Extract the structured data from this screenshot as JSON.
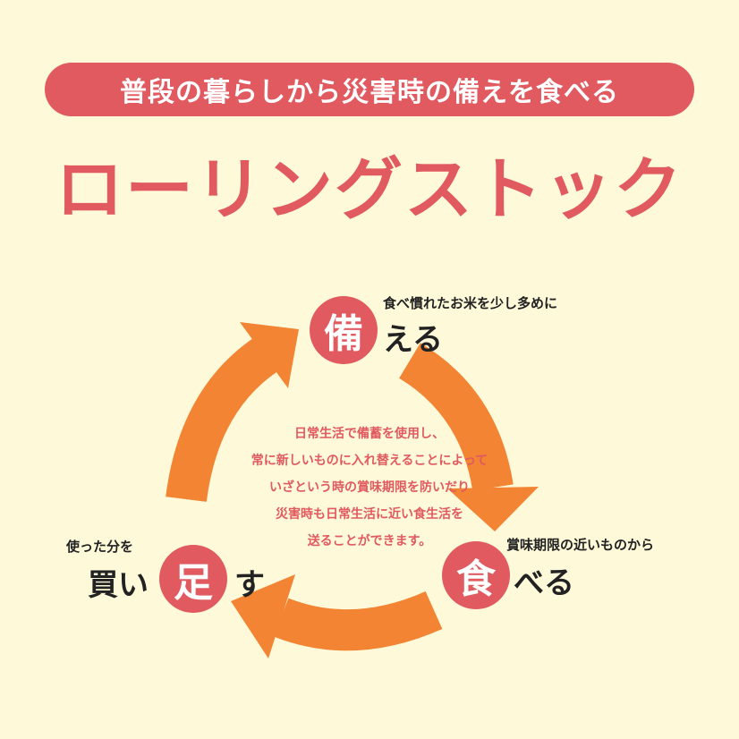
{
  "header": {
    "subtitle": "普段の暮らしから災害時の備えを食べる",
    "title": "ローリングストック"
  },
  "steps": {
    "prepare": {
      "char": "備",
      "rest": "える",
      "note": "食べ慣れたお米を少し多めに"
    },
    "eat": {
      "char": "食",
      "rest": "べる",
      "note": "賞味期限の近いものから"
    },
    "replenish": {
      "prefix": "買い",
      "char": "足",
      "rest": "す",
      "note": "使った分を"
    }
  },
  "center_text": [
    "日常生活で備蓄を使用し、",
    "常に新しいものに入れ替えることによって",
    "いざという時の賞味期限を防いだり",
    "災害時も日常生活に近い食生活を",
    "送ることができます。"
  ],
  "colors": {
    "background": "#fdf9d9",
    "accent": "#e05a60",
    "arrow": "#f28433"
  }
}
